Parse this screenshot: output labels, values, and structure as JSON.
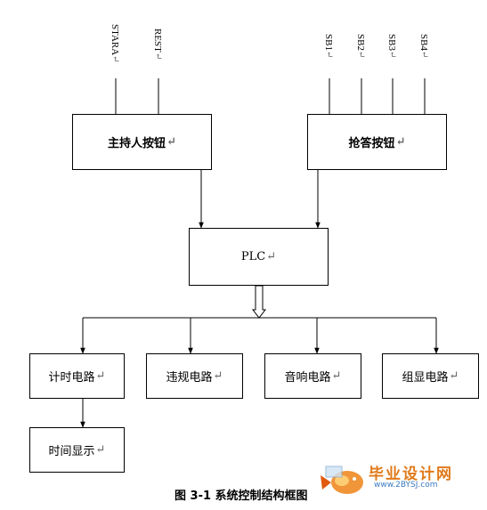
{
  "inputs_left": [
    "STARA",
    "REST"
  ],
  "inputs_right": [
    "SB1",
    "SB2",
    "SB3",
    "SB4"
  ],
  "boxes": {
    "host_button": "主持人按钮",
    "answer_button": "抢答按钮",
    "plc": "PLC",
    "timer_circuit": "计时电路",
    "violation_circuit": "违规电路",
    "sound_circuit": "音响电路",
    "group_display_circuit": "组显电路",
    "time_display": "时间显示"
  },
  "return_mark": "↵",
  "caption": "图 3-1 系统控制结构框图",
  "watermark": {
    "title": "毕业设计网",
    "url": "www.2BYSJ.com"
  },
  "colors": {
    "line": "#000000",
    "watermark_title": "#e07a1a",
    "watermark_url": "#3a7abf"
  }
}
